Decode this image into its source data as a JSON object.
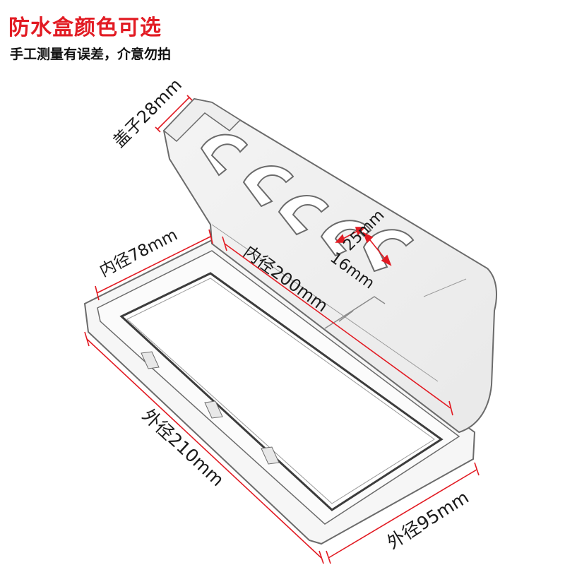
{
  "header": {
    "title": "防水盒颜色可选",
    "subtitle": "手工测量有误差，介意勿拍"
  },
  "dimensions": {
    "lid_depth": "盖子28mm",
    "inner_width": "内径78mm",
    "inner_length": "内径200mm",
    "slot_height": "25mm",
    "slot_width": "16mm",
    "outer_length": "外径210mm",
    "outer_width": "外径95mm"
  },
  "colors": {
    "title": "#e21b23",
    "dimension_line": "#e21b23",
    "outline": "#6b6b6b"
  }
}
